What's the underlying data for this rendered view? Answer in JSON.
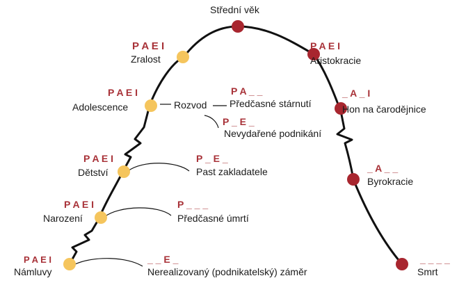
{
  "colors": {
    "curve": "#111111",
    "growth_dot": "#f5c55d",
    "decline_dot": "#a8262f",
    "code_text": "#a83238",
    "label_text": "#1a1a1a"
  },
  "stages": {
    "namluvy": {
      "label": "Námluvy",
      "code": "P A E I"
    },
    "narozeni": {
      "label": "Narození",
      "code": "P A E I"
    },
    "detstvi": {
      "label": "Dětství",
      "code": "P A E I"
    },
    "adolescence": {
      "label": "Adolescence",
      "code": "P A E I"
    },
    "zralost": {
      "label": "Zralost",
      "code": "P A E I"
    },
    "stredni_vek": {
      "label": "Střední věk"
    },
    "aristokracie": {
      "label": "Aristokracie",
      "code": "P A E I"
    },
    "hon": {
      "label": "Hon na čarodějnice",
      "code": "_ A _ I"
    },
    "byrokracie": {
      "label": "Byrokracie",
      "code": "_ A _ _"
    },
    "smrt": {
      "label": "Smrt",
      "code": "_ _ _ _"
    }
  },
  "traps": {
    "rozvod": {
      "label": "Rozvod"
    },
    "predcasne_starnuti": {
      "label": "Předčasné stárnutí",
      "code": "P A _ _"
    },
    "nevydarene": {
      "label": "Nevydařené podnikání",
      "code": "P _ E _"
    },
    "past": {
      "label": "Past zakladatele",
      "code": "P _ E _"
    },
    "predcasne_umrti": {
      "label": "Předčasné úmrtí",
      "code": "P _ _ _"
    },
    "nerealizovany": {
      "label": "Nerealizovaný (podnikatelský) záměr",
      "code": "_ _ E _"
    }
  }
}
